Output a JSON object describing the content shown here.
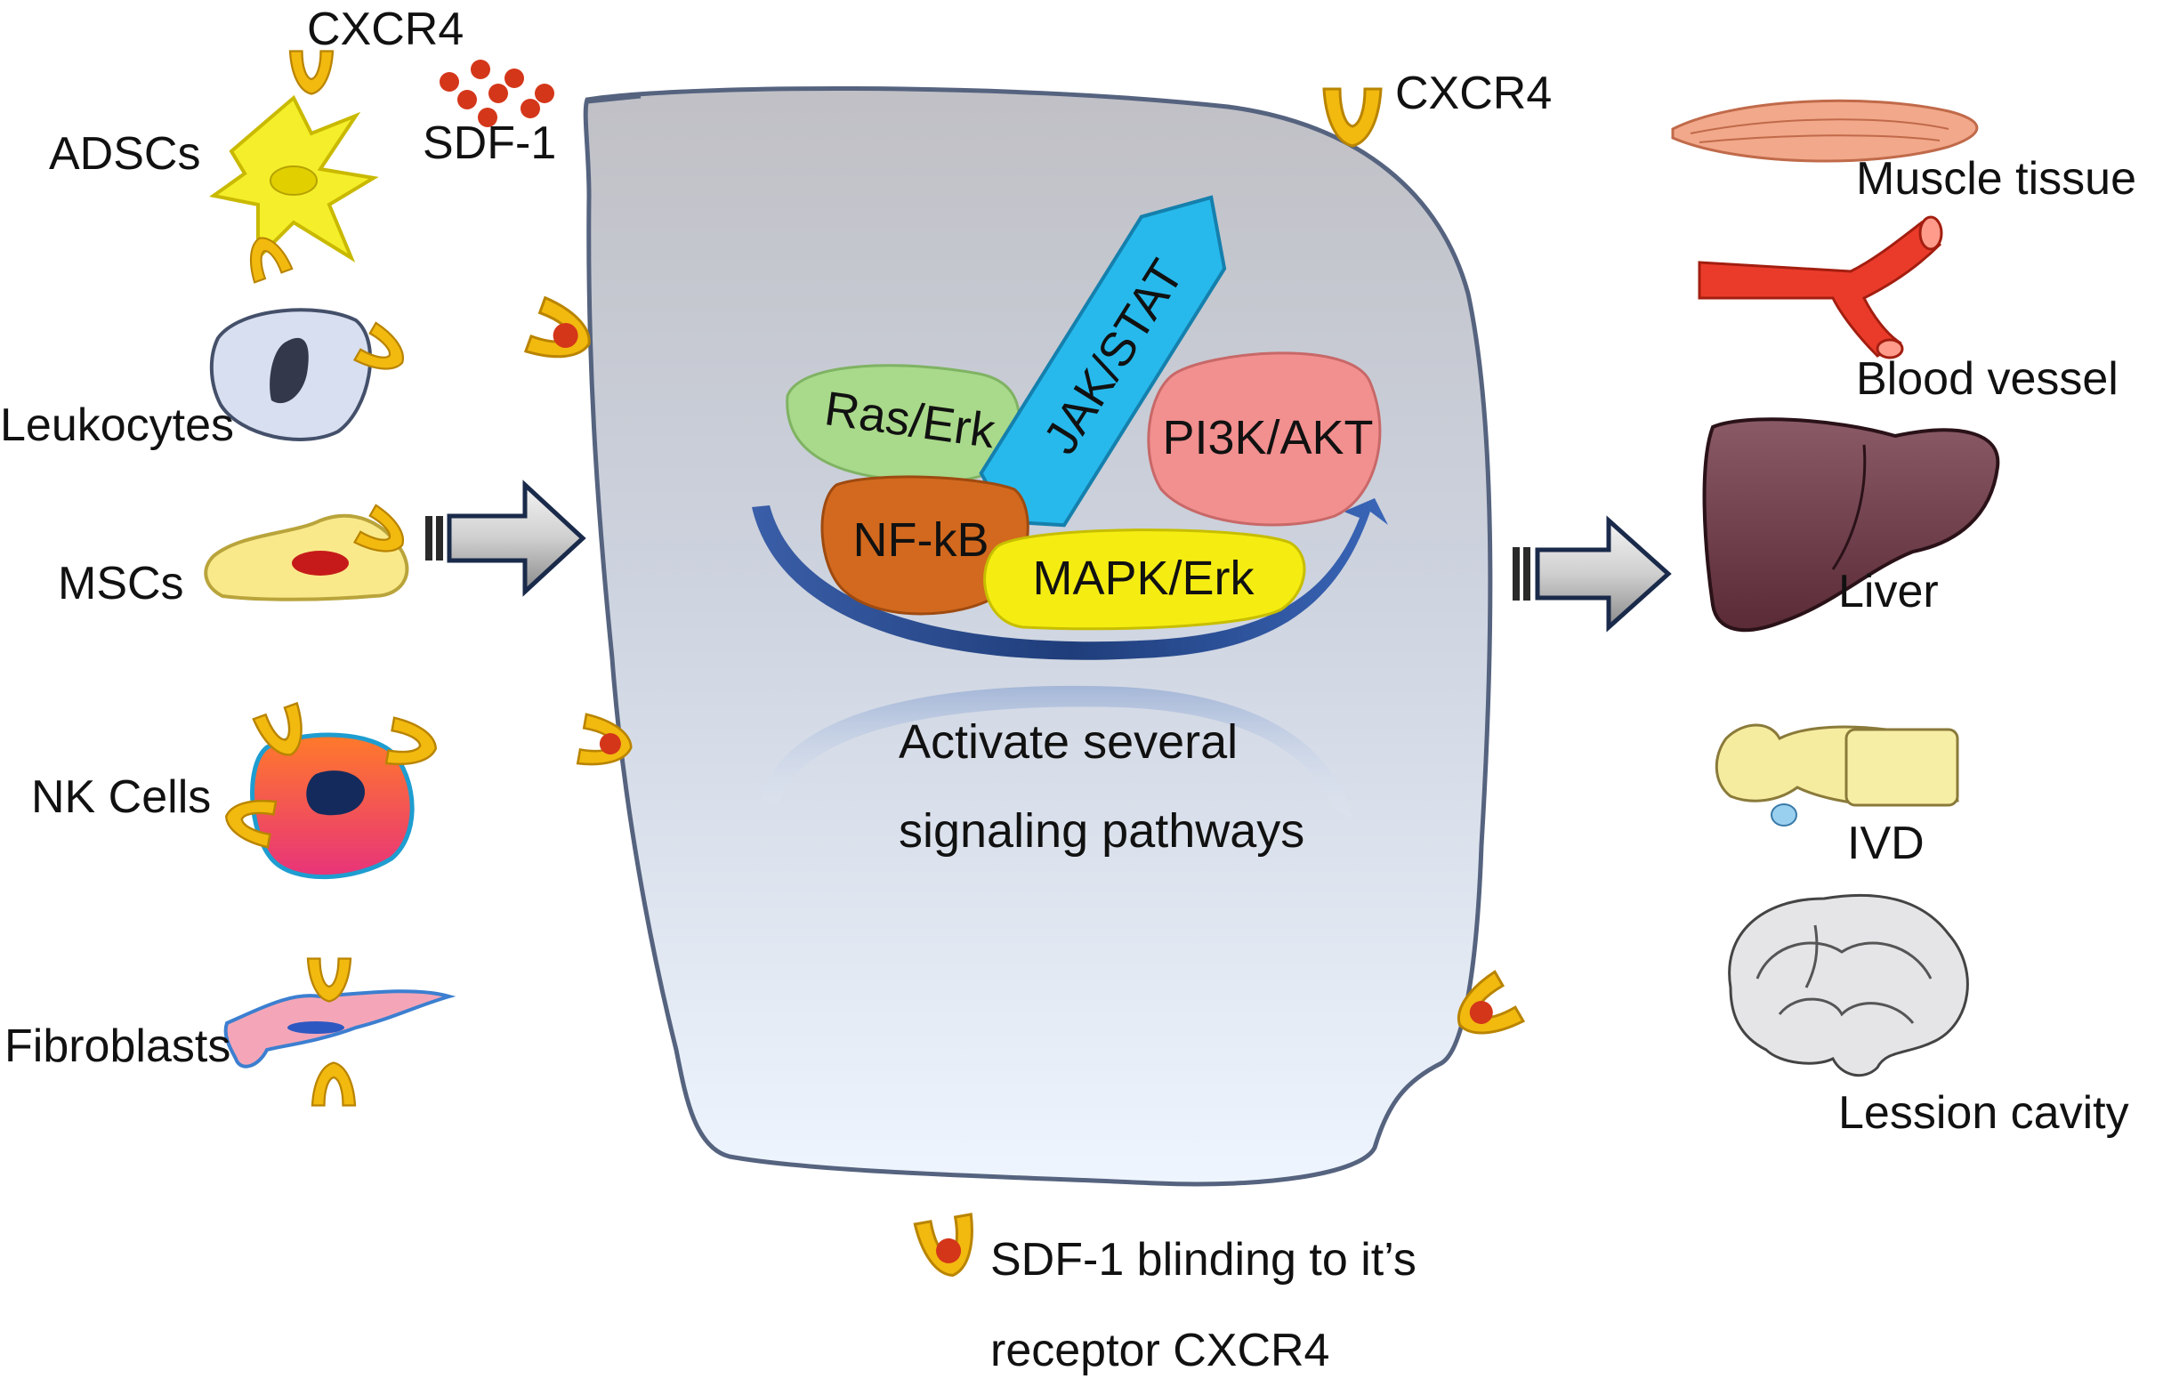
{
  "source_cells": [
    {
      "label": "ADSCs"
    },
    {
      "label": "Leukocytes"
    },
    {
      "label": "MSCs"
    },
    {
      "label": "NK Cells"
    },
    {
      "label": "Fibroblasts"
    }
  ],
  "top_labels": {
    "receptor_left": "CXCR4",
    "ligand": "SDF-1",
    "receptor_right": "CXCR4"
  },
  "pathways": {
    "ras_erk": "Ras/Erk",
    "jak_stat": "JAK/STAT",
    "pi3k_akt": "PI3K/AKT",
    "nf_kb": "NF-kB",
    "mapk_erk": "MAPK/Erk"
  },
  "center_text": {
    "line1": "Activate several",
    "line2": "signaling pathways"
  },
  "binding_text": {
    "line1": "SDF-1 blinding to it’s",
    "line2": "receptor CXCR4"
  },
  "targets": [
    {
      "label": "Muscle tissue"
    },
    {
      "label": "Blood vessel"
    },
    {
      "label": "Liver"
    },
    {
      "label": "IVD"
    },
    {
      "label": "Lession cavity"
    }
  ],
  "colors": {
    "cell_body_top": "#c3c3c8",
    "cell_body_bottom": "#eef4fd",
    "cell_outline": "#6b7a99",
    "receptor": "#f2b90f",
    "ligand": "#d4361a",
    "ras_erk": "#a9d98a",
    "jak_stat": "#27b9ec",
    "pi3k_akt": "#f28f8f",
    "nf_kb": "#d2691e",
    "mapk_erk": "#f5ec12",
    "arc": "#2b4f92"
  }
}
